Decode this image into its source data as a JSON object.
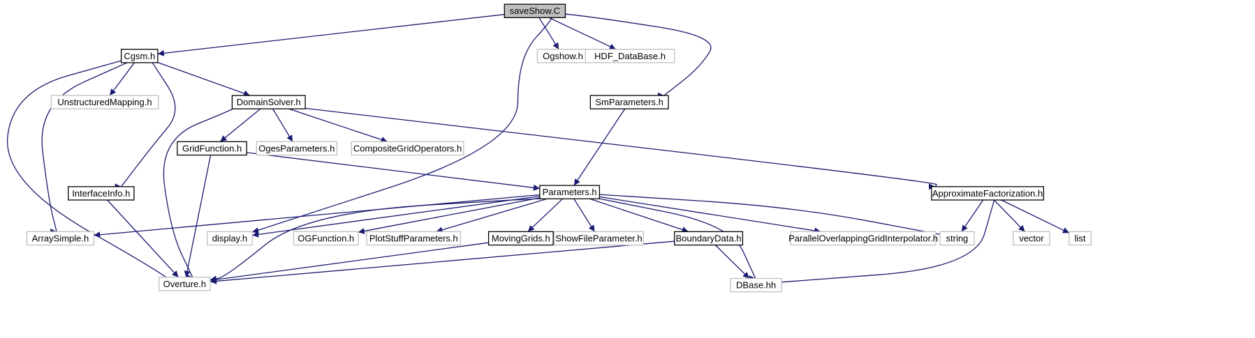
{
  "colors": {
    "edge": "#191970",
    "node_border_documented": "#000000",
    "node_border_external": "#bfbfbf",
    "node_fill_root": "#bfbfbf",
    "node_fill": "#ffffff"
  },
  "nodes": [
    {
      "id": "saveShow",
      "label": "saveShow.C",
      "style": "root"
    },
    {
      "id": "Cgsm",
      "label": "Cgsm.h",
      "style": "documented"
    },
    {
      "id": "Ogshow",
      "label": "Ogshow.h",
      "style": "external"
    },
    {
      "id": "HDF",
      "label": "HDF_DataBase.h",
      "style": "external"
    },
    {
      "id": "UnstructuredMapping",
      "label": "UnstructuredMapping.h",
      "style": "external"
    },
    {
      "id": "DomainSolver",
      "label": "DomainSolver.h",
      "style": "documented"
    },
    {
      "id": "SmParameters",
      "label": "SmParameters.h",
      "style": "documented"
    },
    {
      "id": "GridFunction",
      "label": "GridFunction.h",
      "style": "documented"
    },
    {
      "id": "OgesParameters",
      "label": "OgesParameters.h",
      "style": "external"
    },
    {
      "id": "CompositeGridOperators",
      "label": "CompositeGridOperators.h",
      "style": "external"
    },
    {
      "id": "InterfaceInfo",
      "label": "InterfaceInfo.h",
      "style": "documented"
    },
    {
      "id": "Parameters",
      "label": "Parameters.h",
      "style": "documented"
    },
    {
      "id": "ApproximateFactorization",
      "label": "ApproximateFactorization.h",
      "style": "documented"
    },
    {
      "id": "ArraySimple",
      "label": "ArraySimple.h",
      "style": "external"
    },
    {
      "id": "display",
      "label": "display.h",
      "style": "external"
    },
    {
      "id": "OGFunction",
      "label": "OGFunction.h",
      "style": "external"
    },
    {
      "id": "PlotStuffParameters",
      "label": "PlotStuffParameters.h",
      "style": "external"
    },
    {
      "id": "MovingGrids",
      "label": "MovingGrids.h",
      "style": "documented"
    },
    {
      "id": "ShowFileParameter",
      "label": "ShowFileParameter.h",
      "style": "external"
    },
    {
      "id": "BoundaryData",
      "label": "BoundaryData.h",
      "style": "documented"
    },
    {
      "id": "ParallelOverlapping",
      "label": "ParallelOverlappingGridInterpolator.h",
      "style": "external"
    },
    {
      "id": "string",
      "label": "string",
      "style": "external"
    },
    {
      "id": "vector",
      "label": "vector",
      "style": "external"
    },
    {
      "id": "list",
      "label": "list",
      "style": "external"
    },
    {
      "id": "Overture",
      "label": "Overture.h",
      "style": "external"
    },
    {
      "id": "DBase",
      "label": "DBase.hh",
      "style": "external"
    }
  ],
  "edges": [
    {
      "from": "saveShow",
      "to": "Cgsm"
    },
    {
      "from": "saveShow",
      "to": "Ogshow"
    },
    {
      "from": "saveShow",
      "to": "HDF"
    },
    {
      "from": "saveShow",
      "to": "SmParameters"
    },
    {
      "from": "saveShow",
      "to": "display"
    },
    {
      "from": "Cgsm",
      "to": "UnstructuredMapping"
    },
    {
      "from": "Cgsm",
      "to": "DomainSolver"
    },
    {
      "from": "Cgsm",
      "to": "InterfaceInfo"
    },
    {
      "from": "Cgsm",
      "to": "ArraySimple"
    },
    {
      "from": "Cgsm",
      "to": "Overture"
    },
    {
      "from": "DomainSolver",
      "to": "GridFunction"
    },
    {
      "from": "DomainSolver",
      "to": "OgesParameters"
    },
    {
      "from": "DomainSolver",
      "to": "CompositeGridOperators"
    },
    {
      "from": "DomainSolver",
      "to": "ApproximateFactorization"
    },
    {
      "from": "DomainSolver",
      "to": "Overture"
    },
    {
      "from": "SmParameters",
      "to": "Parameters"
    },
    {
      "from": "GridFunction",
      "to": "Parameters"
    },
    {
      "from": "GridFunction",
      "to": "Overture"
    },
    {
      "from": "InterfaceInfo",
      "to": "Overture"
    },
    {
      "from": "Parameters",
      "to": "ArraySimple"
    },
    {
      "from": "Parameters",
      "to": "display"
    },
    {
      "from": "Parameters",
      "to": "OGFunction"
    },
    {
      "from": "Parameters",
      "to": "PlotStuffParameters"
    },
    {
      "from": "Parameters",
      "to": "MovingGrids"
    },
    {
      "from": "Parameters",
      "to": "ShowFileParameter"
    },
    {
      "from": "Parameters",
      "to": "BoundaryData"
    },
    {
      "from": "Parameters",
      "to": "ParallelOverlapping"
    },
    {
      "from": "Parameters",
      "to": "string"
    },
    {
      "from": "Parameters",
      "to": "DBase"
    },
    {
      "from": "Parameters",
      "to": "Overture"
    },
    {
      "from": "ApproximateFactorization",
      "to": "string"
    },
    {
      "from": "ApproximateFactorization",
      "to": "vector"
    },
    {
      "from": "ApproximateFactorization",
      "to": "list"
    },
    {
      "from": "ApproximateFactorization",
      "to": "DBase"
    },
    {
      "from": "MovingGrids",
      "to": "Overture"
    },
    {
      "from": "BoundaryData",
      "to": "Overture"
    },
    {
      "from": "BoundaryData",
      "to": "DBase"
    }
  ]
}
